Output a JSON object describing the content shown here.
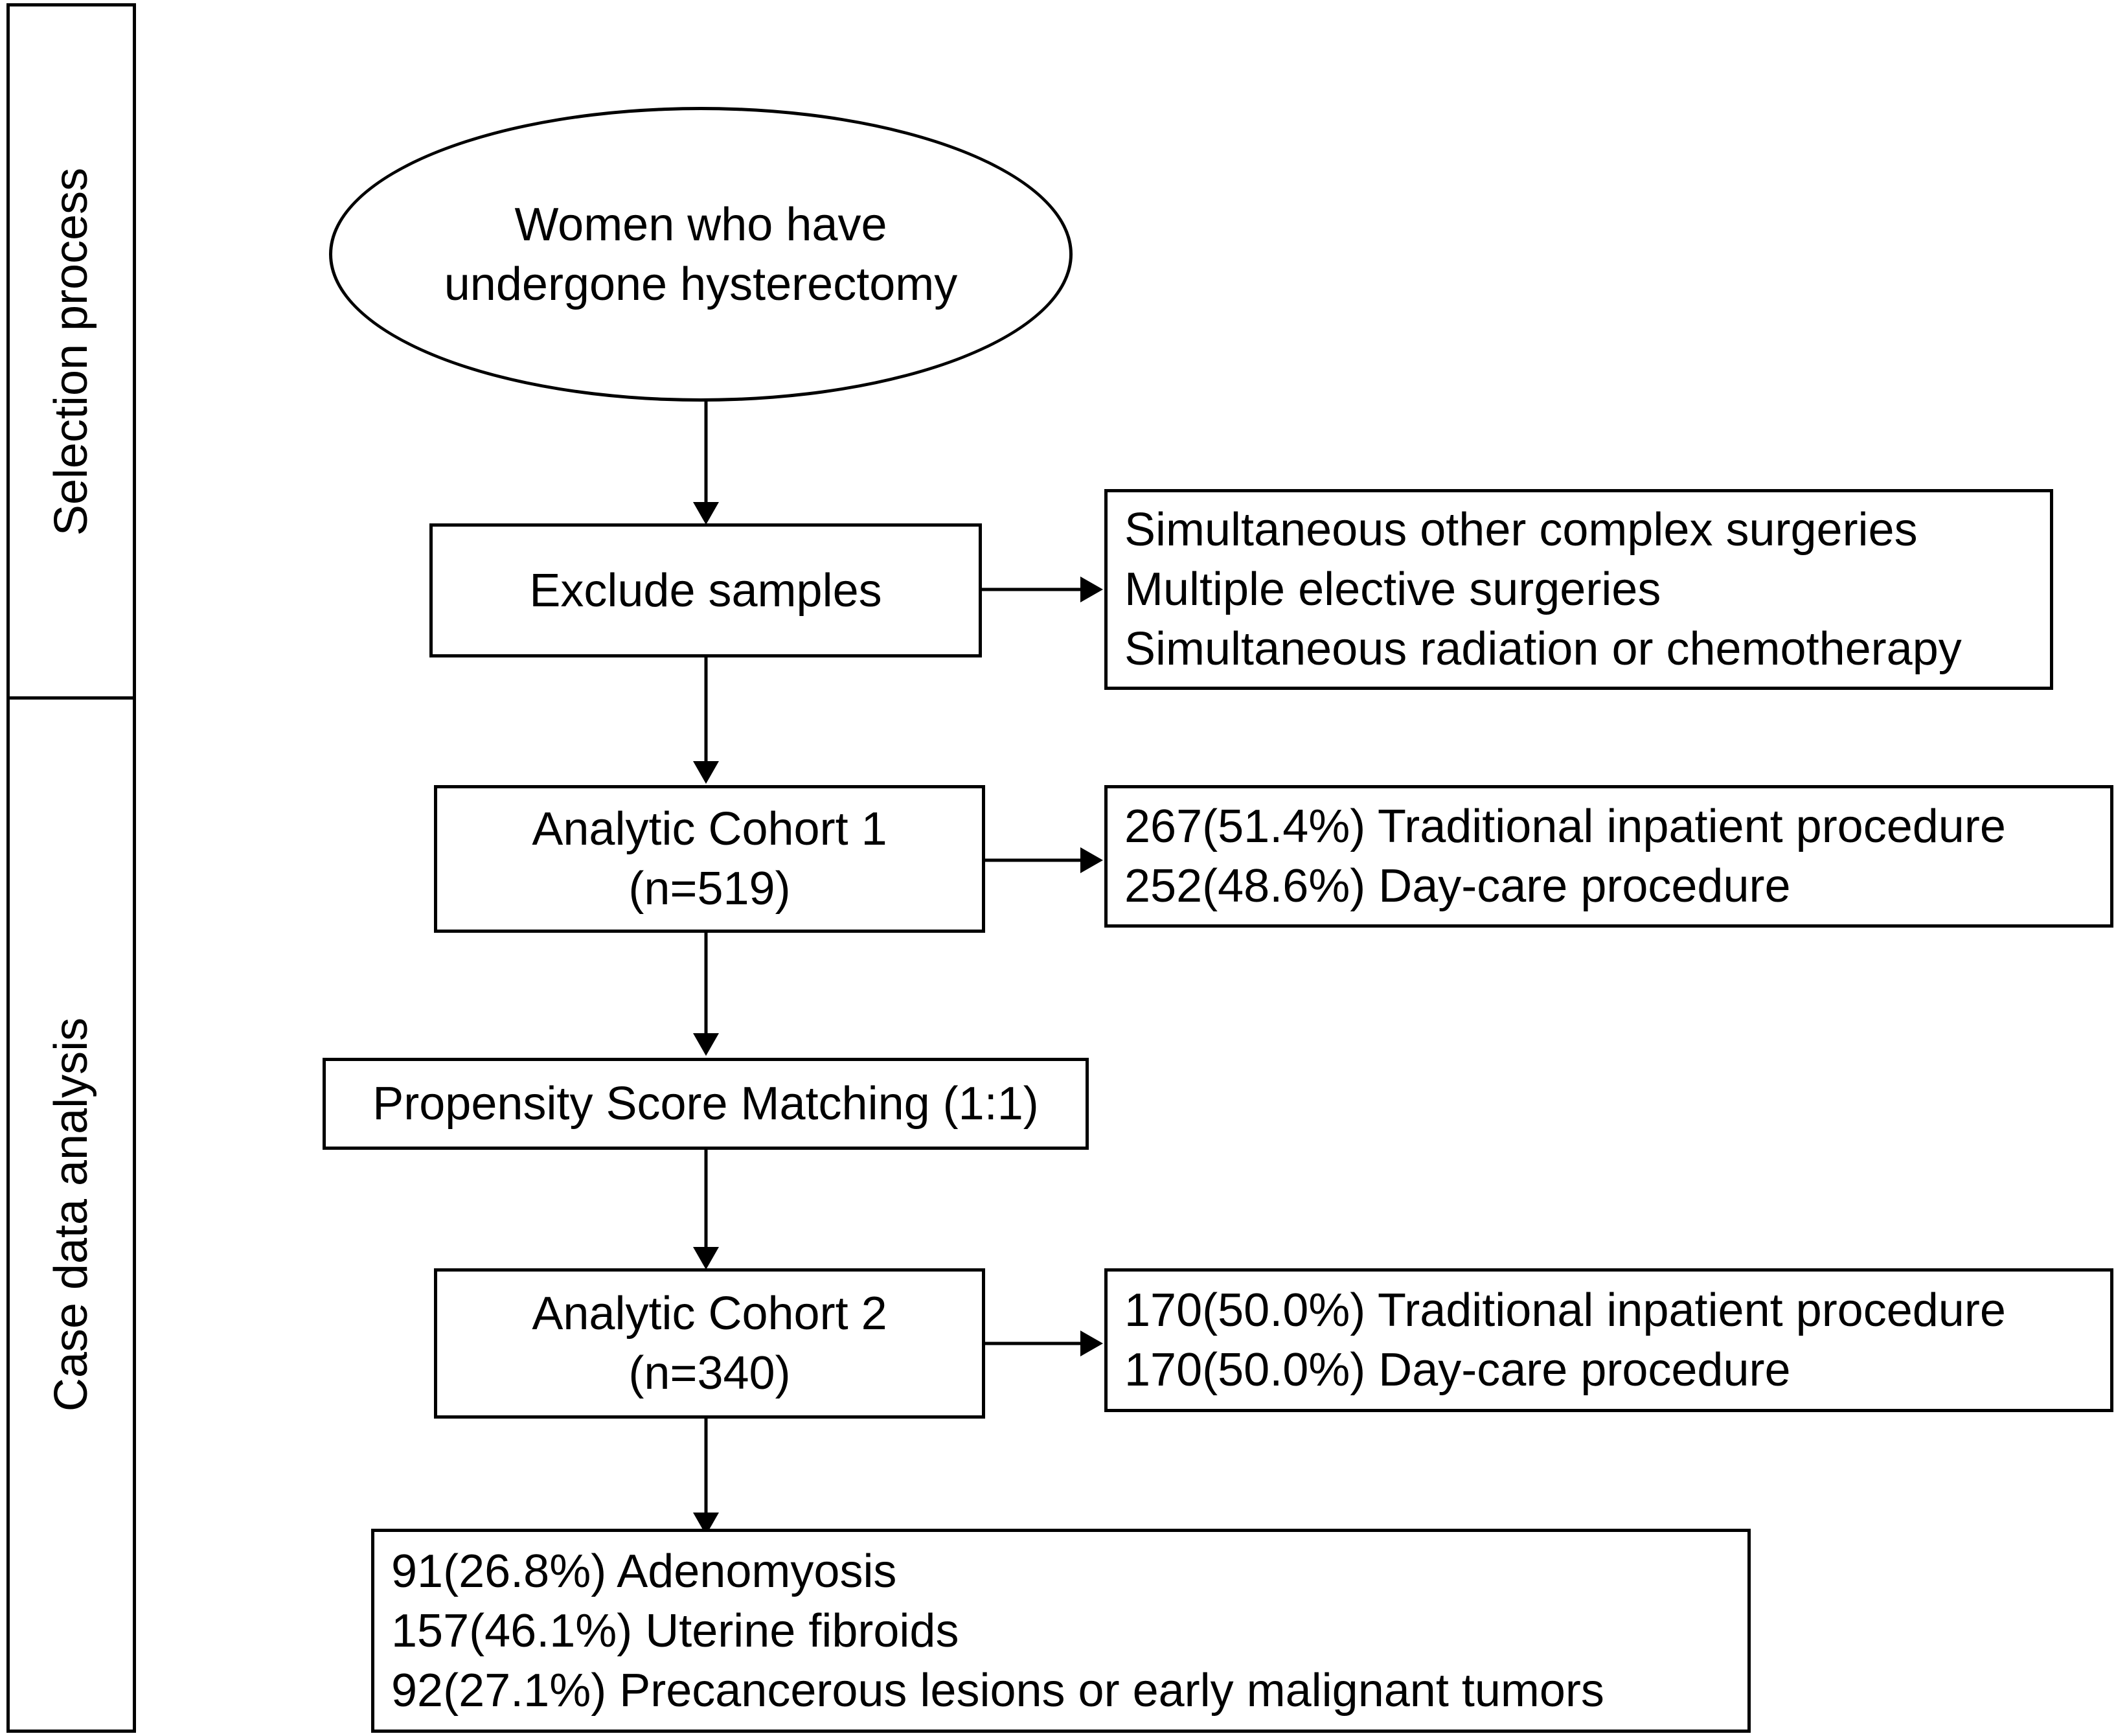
{
  "sidebar": {
    "selection_label": "Selection process",
    "analysis_label": "Case data analysis"
  },
  "start": {
    "line1": "Women who have",
    "line2": "undergone hysterectomy"
  },
  "exclude": {
    "label": "Exclude samples",
    "reasons": [
      "Simultaneous other complex surgeries",
      "Multiple elective surgeries",
      "Simultaneous radiation or chemotherapy"
    ]
  },
  "cohort1": {
    "label": "Analytic Cohort 1",
    "n": "(n=519)",
    "breakdown": [
      "267(51.4%) Traditional inpatient procedure",
      "252(48.6%) Day-care procedure"
    ]
  },
  "psm": {
    "label": "Propensity Score Matching (1:1)"
  },
  "cohort2": {
    "label": "Analytic Cohort 2",
    "n": "(n=340)",
    "breakdown": [
      "170(50.0%) Traditional inpatient procedure",
      "170(50.0%) Day-care procedure"
    ]
  },
  "diagnoses": [
    "91(26.8%) Adenomyosis",
    "157(46.1%) Uterine fibroids",
    "92(27.1%) Precancerous lesions or early malignant tumors"
  ]
}
